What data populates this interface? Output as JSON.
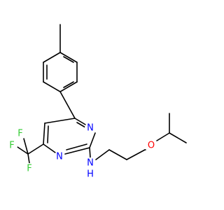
{
  "colors": {
    "background": "#ffffff",
    "bond": "#000000",
    "nitrogen": "#0000ff",
    "oxygen": "#ff0000",
    "fluorine": "#33cc33",
    "hydrogen": "#0000ff"
  },
  "atoms": {
    "n_ring_upper": {
      "symbol": "N"
    },
    "n_ring_lower": {
      "symbol": "N"
    },
    "n_amine": {
      "symbol": "N"
    },
    "h_amine": {
      "symbol": "H"
    },
    "o_ether": {
      "symbol": "O"
    },
    "f_top": {
      "symbol": "F"
    },
    "f_left": {
      "symbol": "F"
    },
    "f_bottom": {
      "symbol": "F"
    }
  }
}
